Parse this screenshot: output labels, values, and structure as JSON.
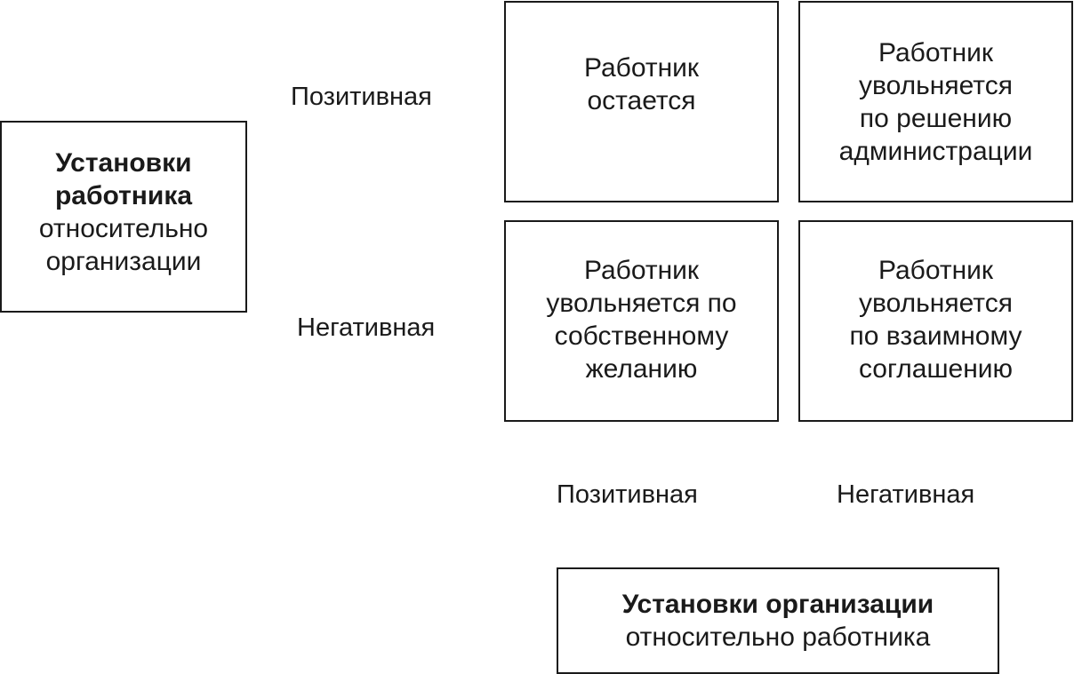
{
  "employee_attitude": {
    "title_line1": "Установки",
    "title_line2": "работника",
    "subtitle_line1": "относительно",
    "subtitle_line2": "организации"
  },
  "row_labels": {
    "positive": "Позитивная",
    "negative": "Негативная"
  },
  "matrix": {
    "top_left": {
      "line1": "Работник",
      "line2": "остается"
    },
    "top_right": {
      "line1": "Работник",
      "line2": "увольняется",
      "line3": "по решению",
      "line4": "администрации"
    },
    "bottom_left": {
      "line1": "Работник",
      "line2": "увольняется по",
      "line3": "собственному",
      "line4": "желанию"
    },
    "bottom_right": {
      "line1": "Работник",
      "line2": "увольняется",
      "line3": "по взаимному",
      "line4": "соглашению"
    }
  },
  "column_labels": {
    "positive": "Позитивная",
    "negative": "Негативная"
  },
  "organization_attitude": {
    "title": "Установки организации",
    "subtitle": "относительно работника"
  }
}
